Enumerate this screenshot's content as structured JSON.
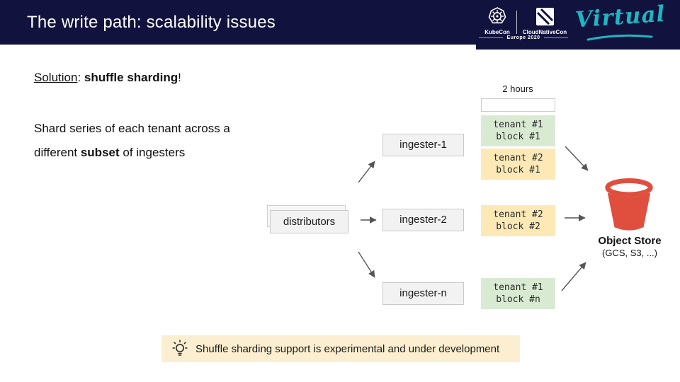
{
  "header": {
    "title": "The write path: scalability issues",
    "logos": {
      "kubecon": "KubeCon",
      "cloudnativecon": "CloudNativeCon",
      "event": "Europe 2020",
      "virtual": "Virtual"
    }
  },
  "content": {
    "solution_label": "Solution",
    "solution_separator": ": ",
    "solution_bold": "shuffle sharding",
    "solution_end": "!",
    "line1": "Shard series of each tenant across a",
    "line2_pre": "different ",
    "line2_bold": "subset",
    "line2_post": " of ingesters"
  },
  "diagram": {
    "time_label": "2 hours",
    "distributors_label": "distributors",
    "ingesters": [
      "ingester-1",
      "ingester-2",
      "ingester-n"
    ],
    "blocks": [
      {
        "line1": "tenant #1",
        "line2": "block #1",
        "color": "green"
      },
      {
        "line1": "tenant #2",
        "line2": "block #1",
        "color": "yellow"
      },
      {
        "line1": "tenant #2",
        "line2": "block #2",
        "color": "yellow"
      },
      {
        "line1": "tenant #1",
        "line2": "block #n",
        "color": "green"
      }
    ],
    "object_store": {
      "title": "Object Store",
      "subtitle": "(GCS, S3, ...)"
    }
  },
  "banner": {
    "text": "Shuffle sharding support is experimental and under development"
  },
  "colors": {
    "navy": "#12123e",
    "teal": "#1fb6c1",
    "green": "#d9ead3",
    "yellow": "#fce9b6",
    "banner": "#fceed0",
    "red": "#e04e3e",
    "boxgray": "#f2f2f2",
    "arrow": "#555555"
  }
}
